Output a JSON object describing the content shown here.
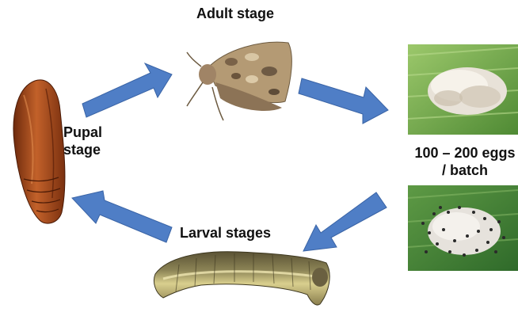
{
  "diagram": {
    "stages": {
      "adult": "Adult stage",
      "pupal_line1": "Pupal",
      "pupal_line2": "stage",
      "larval": "Larval stages",
      "eggs_line1": "100 – 200 eggs",
      "eggs_line2": "/ batch"
    },
    "colors": {
      "arrow": "#4f7ec6",
      "arrow_stroke": "#3a64a6",
      "leaf": "#6fa14a",
      "pupa": "#b04e1c",
      "larva": "#b8b07a",
      "moth": "#a8906a"
    }
  }
}
